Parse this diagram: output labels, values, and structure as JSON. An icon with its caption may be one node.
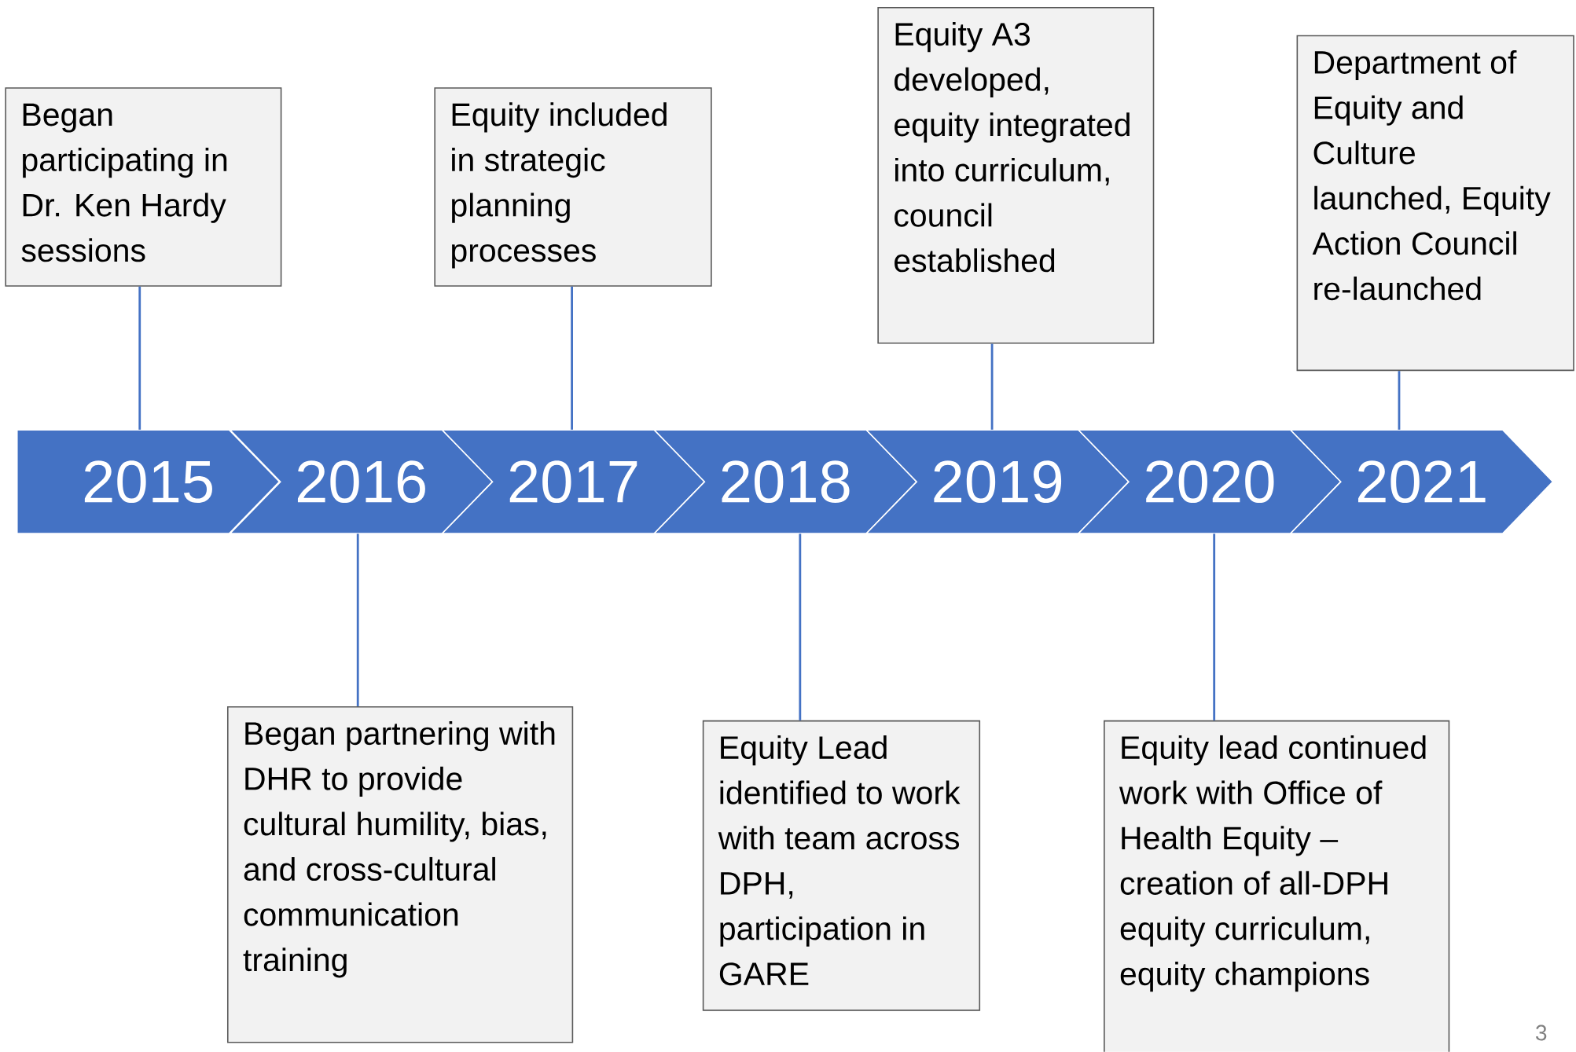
{
  "diagram": {
    "nodes": [
      {
        "text": [
          "2015"
        ]
      },
      {
        "text": [
          "2016"
        ]
      },
      {
        "text": [
          "2017"
        ]
      },
      {
        "text": [
          "2018"
        ]
      },
      {
        "text": [
          "2019"
        ]
      },
      {
        "text": [
          "2020"
        ]
      },
      {
        "text": [
          "2021"
        ]
      },
      {
        "text": [
          "Began participating in Dr. Ken Hardy sessions"
        ]
      },
      {
        "text": [
          "Began partnering with DHR to provide cultural humility, bias, and cross-cultural communication training"
        ]
      },
      {
        "text": [
          "Equity included in strategic planning processes"
        ]
      },
      {
        "text": [
          "Equity Lead identified to work with team across DPH, participation in GARE"
        ]
      },
      {
        "text": [
          "Equity A3 developed, equity integrated into curriculum, council established"
        ]
      },
      {
        "text": [
          "Equity lead continued work with Office of Health Equity – creation of all-DPH equity curriculum, equity champions"
        ]
      },
      {
        "text": [
          "Department of Equity and Culture launched, Equity Action Council re-launched"
        ]
      }
    ],
    "edges": [
      {
        "from": 7,
        "to": 0,
        "arrow": "none"
      },
      {
        "from": 8,
        "to": 1,
        "arrow": "none"
      },
      {
        "from": 9,
        "to": 2,
        "arrow": "none"
      },
      {
        "from": 10,
        "to": 3,
        "arrow": "none"
      },
      {
        "from": 11,
        "to": 4,
        "arrow": "none"
      },
      {
        "from": 12,
        "to": 5,
        "arrow": "none"
      },
      {
        "from": 13,
        "to": 6,
        "arrow": "none"
      }
    ],
    "labels": [
      "3"
    ]
  }
}
